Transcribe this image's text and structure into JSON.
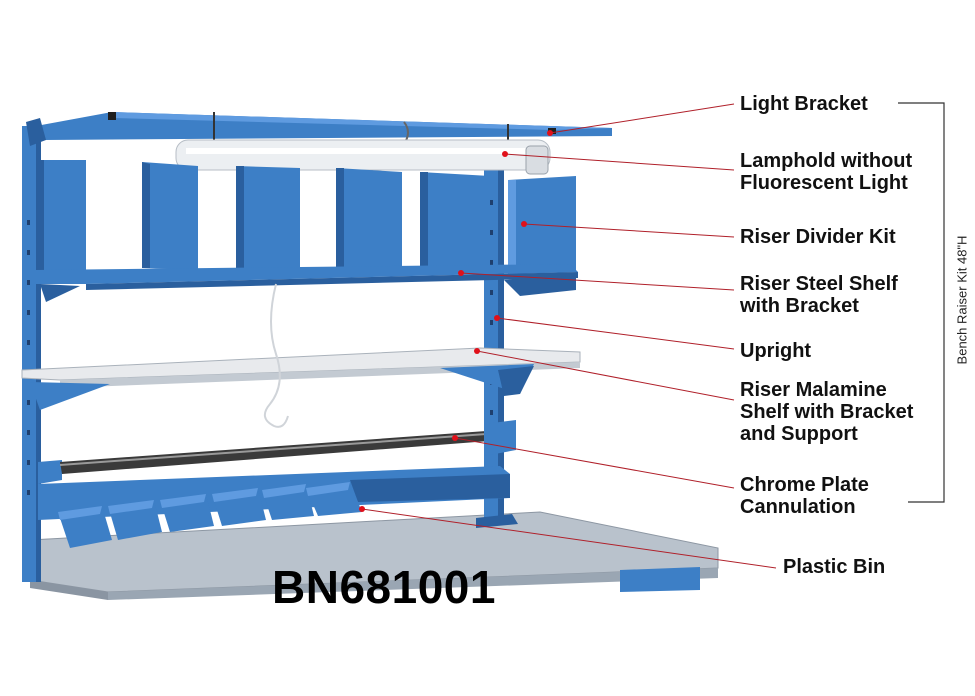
{
  "model_number": "BN681001",
  "kit_label": "Bench Raiser Kit 48\"H",
  "colors": {
    "frame": "#3d7fc6",
    "frame_dark": "#2a5f9e",
    "frame_light": "#5f9be0",
    "shelf_top": "#e8eaed",
    "worktop": "#b9c2cc",
    "leader": "#b0202a",
    "bracket": "#333333"
  },
  "callouts": [
    {
      "id": "light-bracket",
      "label": "Light Bracket"
    },
    {
      "id": "lamphold",
      "label": "Lamphold without\nFluorescent Light"
    },
    {
      "id": "riser-divider-kit",
      "label": "Riser Divider Kit"
    },
    {
      "id": "riser-steel-shelf",
      "label": "Riser Steel Shelf\nwith Bracket"
    },
    {
      "id": "upright",
      "label": "Upright"
    },
    {
      "id": "riser-malamine-shelf",
      "label": "Riser Malamine\nShelf with Bracket\nand Support"
    },
    {
      "id": "chrome-plate-cannulation",
      "label": "Chrome Plate\nCannulation"
    },
    {
      "id": "plastic-bin",
      "label": "Plastic Bin"
    }
  ]
}
